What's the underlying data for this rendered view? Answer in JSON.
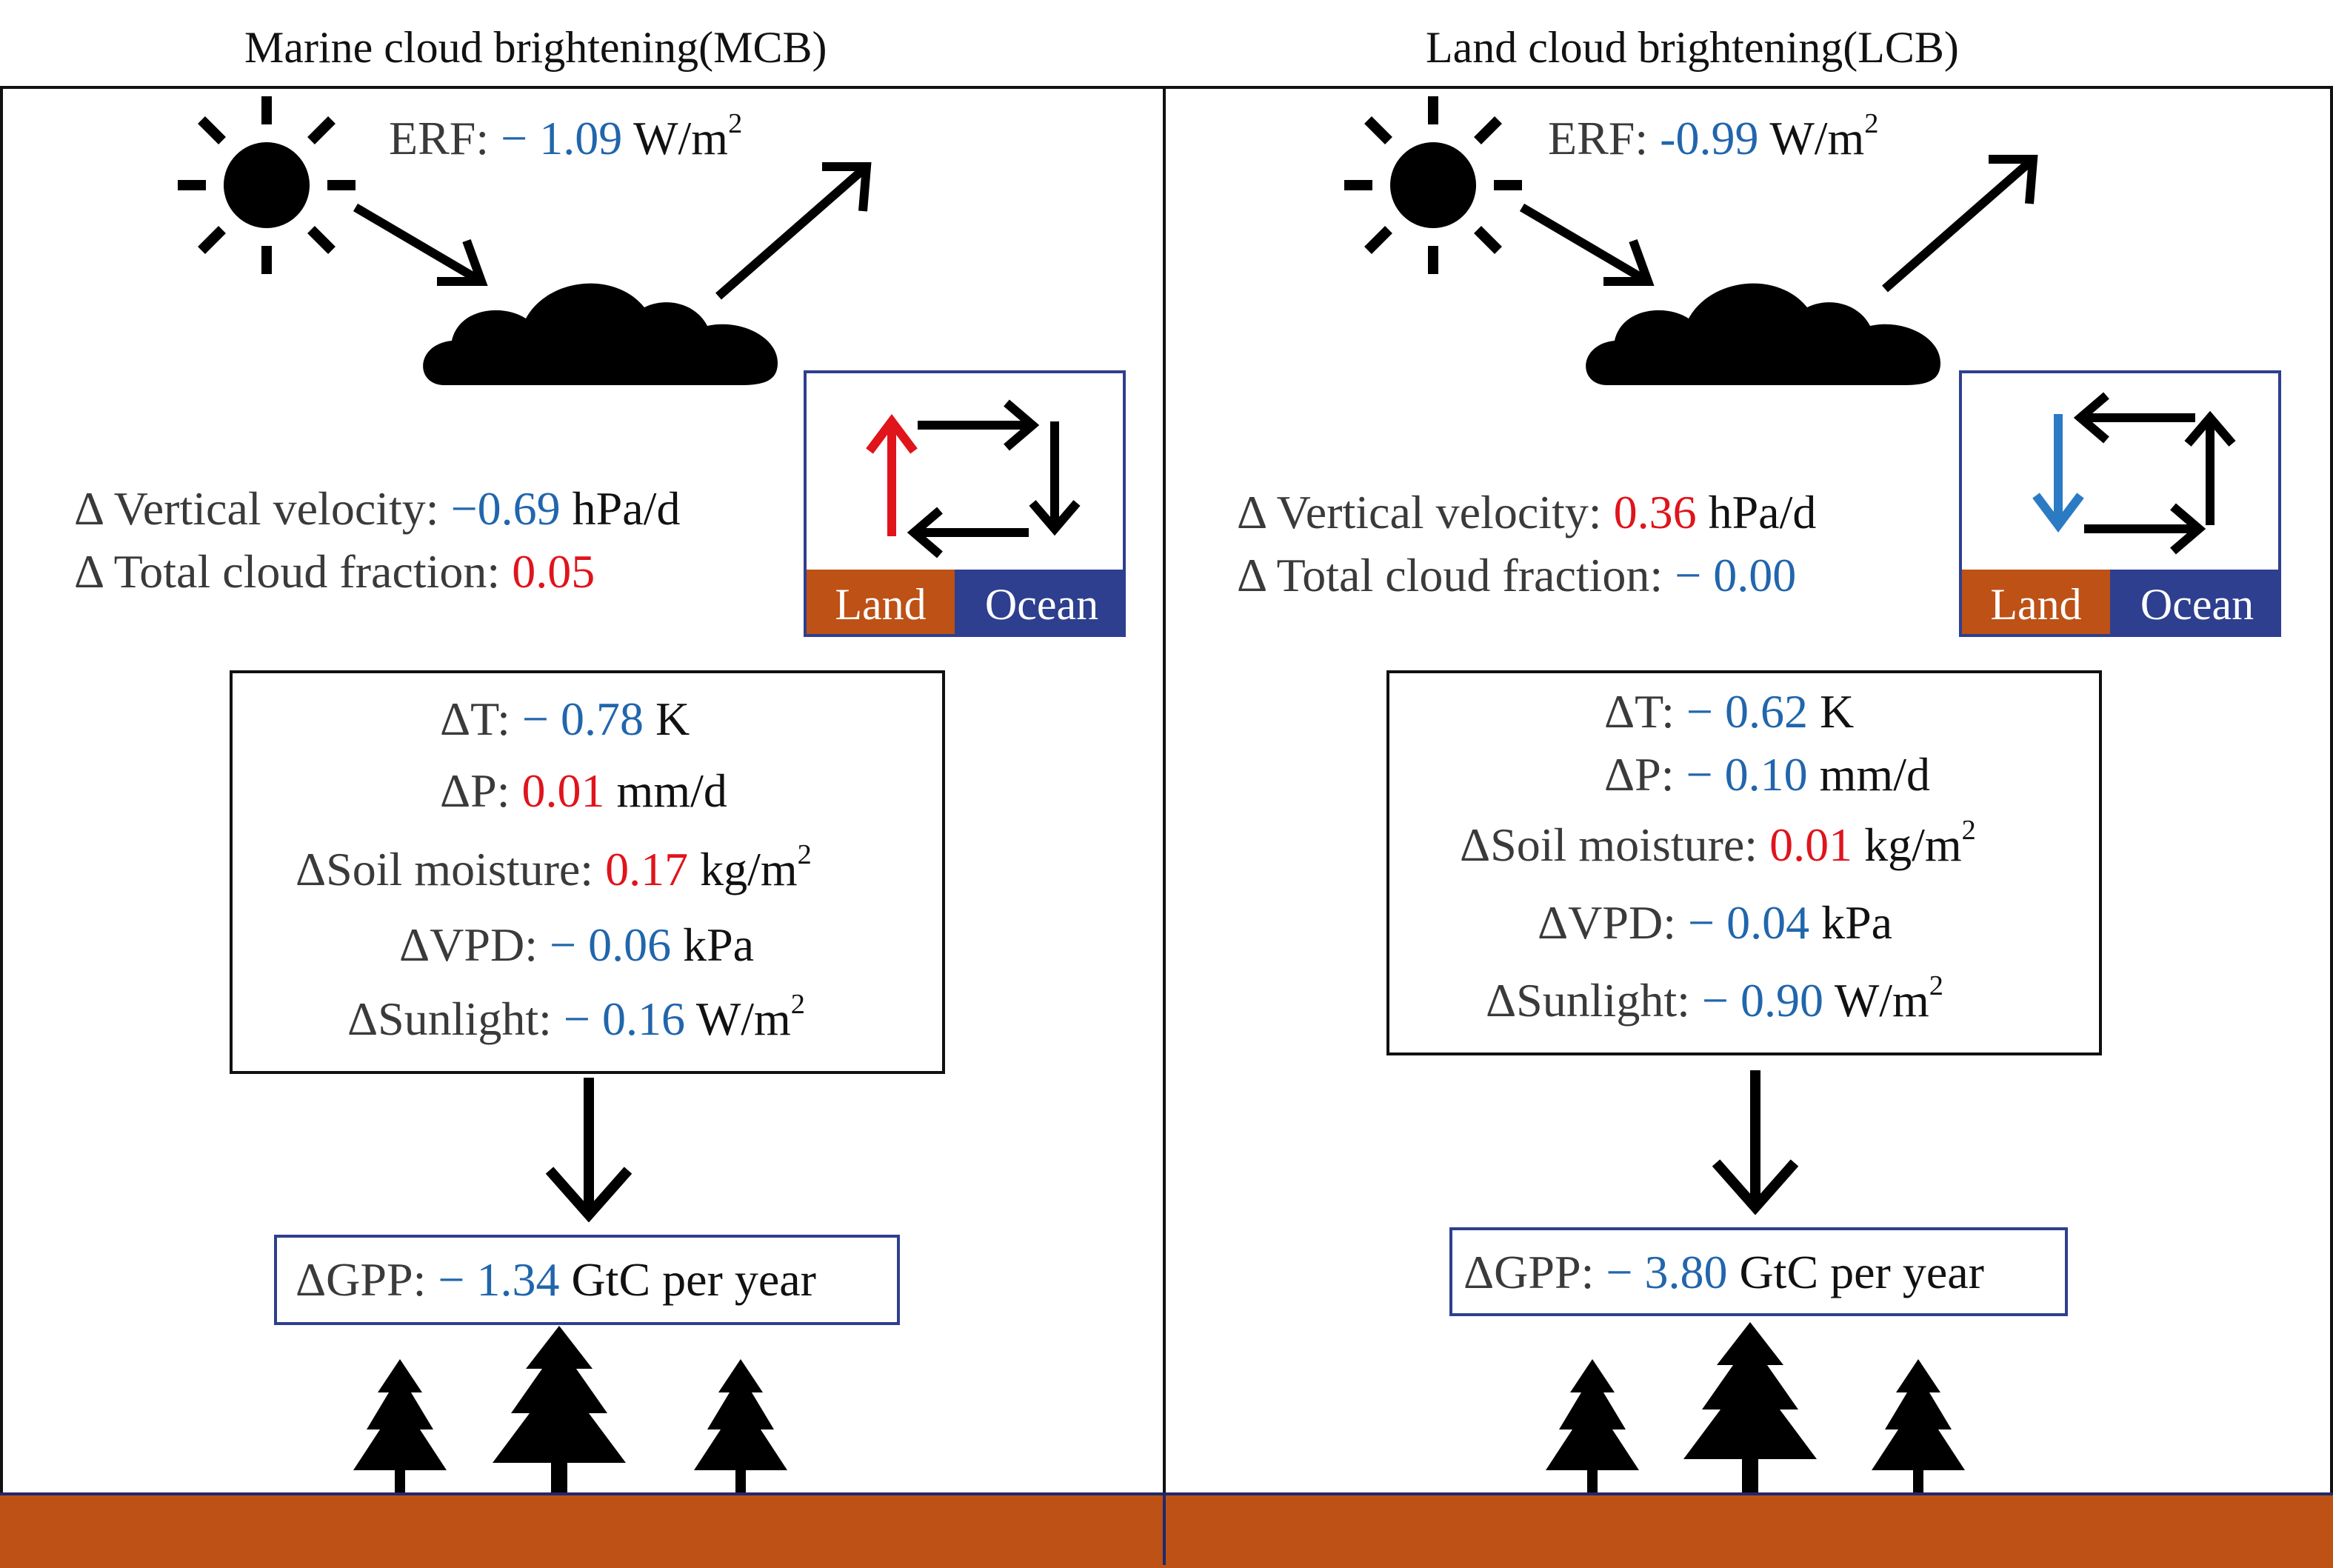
{
  "panels": [
    {
      "title": "Marine cloud brightening(MCB)",
      "erf": {
        "label": "ERF: ",
        "value": "− 1.09",
        "unit": "W/m",
        "sup": "2"
      },
      "vertical_velocity": {
        "label": "Δ Vertical velocity: ",
        "value": "−0.69",
        "unit": " hPa/d"
      },
      "cloud_fraction": {
        "label": "Δ Total cloud fraction: ",
        "value": "0.05"
      },
      "inset": {
        "land": "Land",
        "ocean": "Ocean"
      },
      "changes": [
        {
          "label": "ΔT: ",
          "value": "− 0.78",
          "unit": " K",
          "sup": ""
        },
        {
          "label": "ΔP: ",
          "value": "0.01",
          "unit": " mm/d",
          "sup": ""
        },
        {
          "label": "ΔSoil moisture: ",
          "value": "0.17",
          "unit": " kg/m",
          "sup": "2"
        },
        {
          "label": "ΔVPD: ",
          "value": "− 0.06",
          "unit": " kPa",
          "sup": ""
        },
        {
          "label": "ΔSunlight: ",
          "value": "− 0.16",
          "unit": " W/m",
          "sup": "2"
        }
      ],
      "gpp": {
        "label": "ΔGPP: ",
        "value": "− 1.34",
        "unit": " GtC per year"
      }
    },
    {
      "title": "Land cloud brightening(LCB)",
      "erf": {
        "label": "ERF: ",
        "value": "-0.99",
        "unit": " W/m",
        "sup": "2"
      },
      "vertical_velocity": {
        "label": "Δ Vertical velocity: ",
        "value": "0.36",
        "unit": " hPa/d"
      },
      "cloud_fraction": {
        "label": "Δ Total cloud fraction: ",
        "value": "− 0.00"
      },
      "inset": {
        "land": "Land",
        "ocean": "Ocean"
      },
      "changes": [
        {
          "label": "ΔT: ",
          "value": "− 0.62",
          "unit": " K",
          "sup": ""
        },
        {
          "label": "ΔP: ",
          "value": "− 0.10",
          "unit": " mm/d",
          "sup": ""
        },
        {
          "label": "ΔSoil moisture: ",
          "value": "0.01",
          "unit": " kg/m",
          "sup": "2"
        },
        {
          "label": "ΔVPD: ",
          "value": "− 0.04",
          "unit": " kPa",
          "sup": ""
        },
        {
          "label": "ΔSunlight: ",
          "value": "− 0.90",
          "unit": " W/m",
          "sup": "2"
        }
      ],
      "gpp": {
        "label": "ΔGPP: ",
        "value": "− 3.80",
        "unit": " GtC per year"
      }
    }
  ],
  "colors": {
    "negative": "#2166ac",
    "positive": "#e0141b",
    "land": "#bd5116",
    "ocean": "#2e3f8f",
    "upward_arrow": "#e0141b",
    "downward_arrow": "#2b7bc4"
  }
}
